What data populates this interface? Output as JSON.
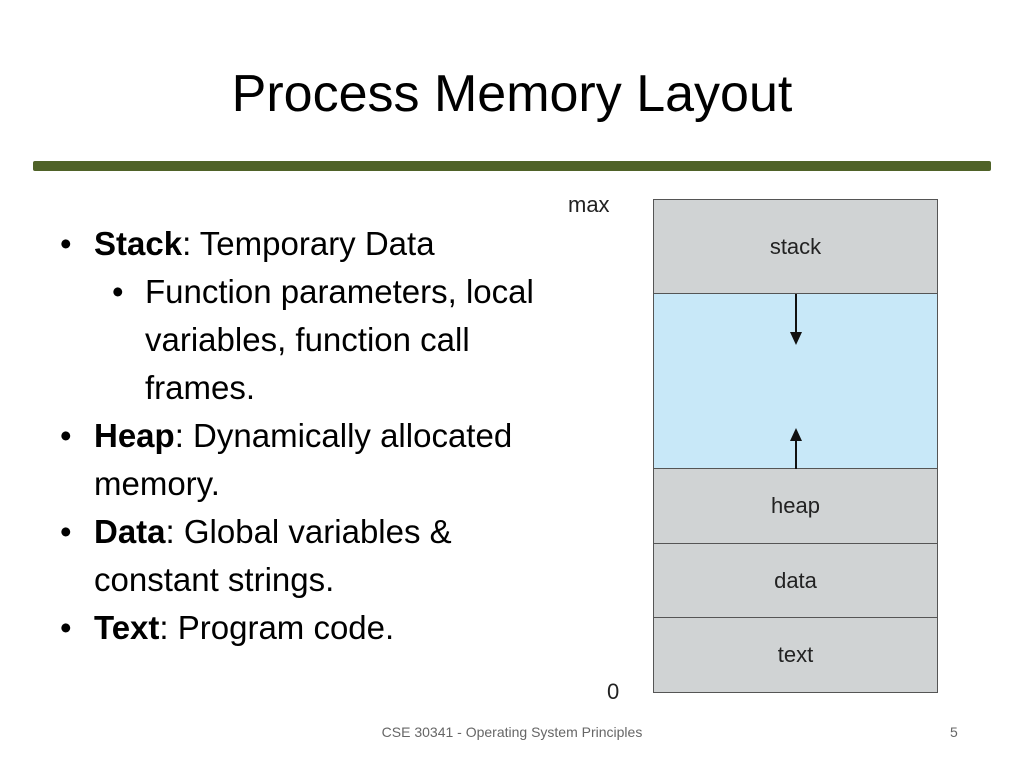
{
  "title": "Process Memory Layout",
  "bullets": [
    {
      "term": "Stack",
      "text": ": Temporary Data",
      "sub": [
        "Function parameters, local",
        "variables, function call",
        "frames."
      ]
    },
    {
      "term": "Heap",
      "text": ": Dynamically allocated",
      "cont": "memory."
    },
    {
      "term": "Data",
      "text": ": Global variables &",
      "cont": "constant strings."
    },
    {
      "term": "Text",
      "text": ": Program code."
    }
  ],
  "diagram": {
    "max_label": "max",
    "zero_label": "0",
    "segments": [
      "stack",
      "heap",
      "data",
      "text"
    ],
    "colors": {
      "segment": "#d0d3d4",
      "free": "#c8e8f8",
      "rule": "#4f6228"
    }
  },
  "footer": "CSE 30341 - Operating System Principles",
  "page_number": "5"
}
